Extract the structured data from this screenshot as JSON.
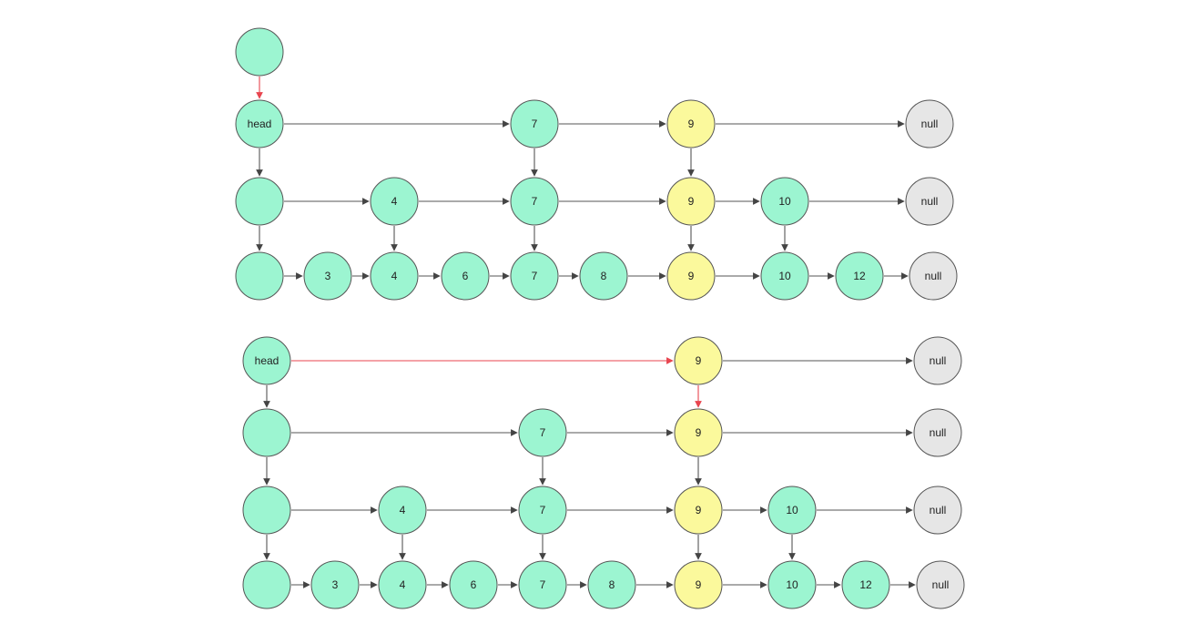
{
  "colors": {
    "green": "#9cf5d1",
    "yellow": "#fbf99c",
    "gray": "#e6e6e6",
    "stroke": "#555555",
    "edge": "#444444",
    "highlight_edge": "#e8454f"
  },
  "diagrams": [
    {
      "id": "skiplist-top",
      "nodes": [
        {
          "id": "t0",
          "label": "",
          "color": "green"
        },
        {
          "id": "t1",
          "label": "head",
          "color": "green"
        },
        {
          "id": "t2",
          "label": "7",
          "color": "green"
        },
        {
          "id": "t3",
          "label": "9",
          "color": "yellow"
        },
        {
          "id": "t4",
          "label": "null",
          "color": "gray"
        },
        {
          "id": "t5",
          "label": "",
          "color": "green"
        },
        {
          "id": "t6",
          "label": "4",
          "color": "green"
        },
        {
          "id": "t7",
          "label": "7",
          "color": "green"
        },
        {
          "id": "t8",
          "label": "9",
          "color": "yellow"
        },
        {
          "id": "t9",
          "label": "10",
          "color": "green"
        },
        {
          "id": "t10",
          "label": "null",
          "color": "gray"
        },
        {
          "id": "t11",
          "label": "",
          "color": "green"
        },
        {
          "id": "t12",
          "label": "3",
          "color": "green"
        },
        {
          "id": "t13",
          "label": "4",
          "color": "green"
        },
        {
          "id": "t14",
          "label": "6",
          "color": "green"
        },
        {
          "id": "t15",
          "label": "7",
          "color": "green"
        },
        {
          "id": "t16",
          "label": "8",
          "color": "green"
        },
        {
          "id": "t17",
          "label": "9",
          "color": "yellow"
        },
        {
          "id": "t18",
          "label": "10",
          "color": "green"
        },
        {
          "id": "t19",
          "label": "12",
          "color": "green"
        },
        {
          "id": "t20",
          "label": "null",
          "color": "gray"
        }
      ],
      "edges": [
        {
          "from": "t0",
          "to": "t1",
          "highlight": true
        },
        {
          "from": "t1",
          "to": "t2"
        },
        {
          "from": "t2",
          "to": "t3"
        },
        {
          "from": "t3",
          "to": "t4"
        },
        {
          "from": "t1",
          "to": "t5"
        },
        {
          "from": "t2",
          "to": "t7"
        },
        {
          "from": "t3",
          "to": "t8"
        },
        {
          "from": "t5",
          "to": "t6"
        },
        {
          "from": "t6",
          "to": "t7"
        },
        {
          "from": "t7",
          "to": "t8"
        },
        {
          "from": "t8",
          "to": "t9"
        },
        {
          "from": "t9",
          "to": "t10"
        },
        {
          "from": "t5",
          "to": "t11"
        },
        {
          "from": "t6",
          "to": "t13"
        },
        {
          "from": "t7",
          "to": "t15"
        },
        {
          "from": "t8",
          "to": "t17"
        },
        {
          "from": "t9",
          "to": "t18"
        },
        {
          "from": "t11",
          "to": "t12"
        },
        {
          "from": "t12",
          "to": "t13"
        },
        {
          "from": "t13",
          "to": "t14"
        },
        {
          "from": "t14",
          "to": "t15"
        },
        {
          "from": "t15",
          "to": "t16"
        },
        {
          "from": "t16",
          "to": "t17"
        },
        {
          "from": "t17",
          "to": "t18"
        },
        {
          "from": "t18",
          "to": "t19"
        },
        {
          "from": "t19",
          "to": "t20"
        }
      ]
    },
    {
      "id": "skiplist-bottom",
      "nodes": [
        {
          "id": "b0",
          "label": "head",
          "color": "green"
        },
        {
          "id": "b1",
          "label": "9",
          "color": "yellow"
        },
        {
          "id": "b2",
          "label": "null",
          "color": "gray"
        },
        {
          "id": "b3",
          "label": "",
          "color": "green"
        },
        {
          "id": "b4",
          "label": "7",
          "color": "green"
        },
        {
          "id": "b5",
          "label": "9",
          "color": "yellow"
        },
        {
          "id": "b6",
          "label": "null",
          "color": "gray"
        },
        {
          "id": "b7",
          "label": "",
          "color": "green"
        },
        {
          "id": "b8",
          "label": "4",
          "color": "green"
        },
        {
          "id": "b9",
          "label": "7",
          "color": "green"
        },
        {
          "id": "b10",
          "label": "9",
          "color": "yellow"
        },
        {
          "id": "b11",
          "label": "10",
          "color": "green"
        },
        {
          "id": "b12",
          "label": "null",
          "color": "gray"
        },
        {
          "id": "b13",
          "label": "",
          "color": "green"
        },
        {
          "id": "b14",
          "label": "3",
          "color": "green"
        },
        {
          "id": "b15",
          "label": "4",
          "color": "green"
        },
        {
          "id": "b16",
          "label": "6",
          "color": "green"
        },
        {
          "id": "b17",
          "label": "7",
          "color": "green"
        },
        {
          "id": "b18",
          "label": "8",
          "color": "green"
        },
        {
          "id": "b19",
          "label": "9",
          "color": "yellow"
        },
        {
          "id": "b20",
          "label": "10",
          "color": "green"
        },
        {
          "id": "b21",
          "label": "12",
          "color": "green"
        },
        {
          "id": "b22",
          "label": "null",
          "color": "gray"
        }
      ],
      "edges": [
        {
          "from": "b0",
          "to": "b1",
          "highlight": true
        },
        {
          "from": "b1",
          "to": "b2"
        },
        {
          "from": "b0",
          "to": "b3"
        },
        {
          "from": "b1",
          "to": "b5",
          "highlight": true
        },
        {
          "from": "b3",
          "to": "b4"
        },
        {
          "from": "b4",
          "to": "b5"
        },
        {
          "from": "b5",
          "to": "b6"
        },
        {
          "from": "b3",
          "to": "b7"
        },
        {
          "from": "b4",
          "to": "b9"
        },
        {
          "from": "b5",
          "to": "b10"
        },
        {
          "from": "b7",
          "to": "b8"
        },
        {
          "from": "b8",
          "to": "b9"
        },
        {
          "from": "b9",
          "to": "b10"
        },
        {
          "from": "b10",
          "to": "b11"
        },
        {
          "from": "b11",
          "to": "b12"
        },
        {
          "from": "b7",
          "to": "b13"
        },
        {
          "from": "b8",
          "to": "b15"
        },
        {
          "from": "b9",
          "to": "b17"
        },
        {
          "from": "b10",
          "to": "b19"
        },
        {
          "from": "b11",
          "to": "b20"
        },
        {
          "from": "b13",
          "to": "b14"
        },
        {
          "from": "b14",
          "to": "b15"
        },
        {
          "from": "b15",
          "to": "b16"
        },
        {
          "from": "b16",
          "to": "b17"
        },
        {
          "from": "b17",
          "to": "b18"
        },
        {
          "from": "b18",
          "to": "b19"
        },
        {
          "from": "b19",
          "to": "b20"
        },
        {
          "from": "b20",
          "to": "b21"
        },
        {
          "from": "b21",
          "to": "b22"
        }
      ]
    }
  ]
}
